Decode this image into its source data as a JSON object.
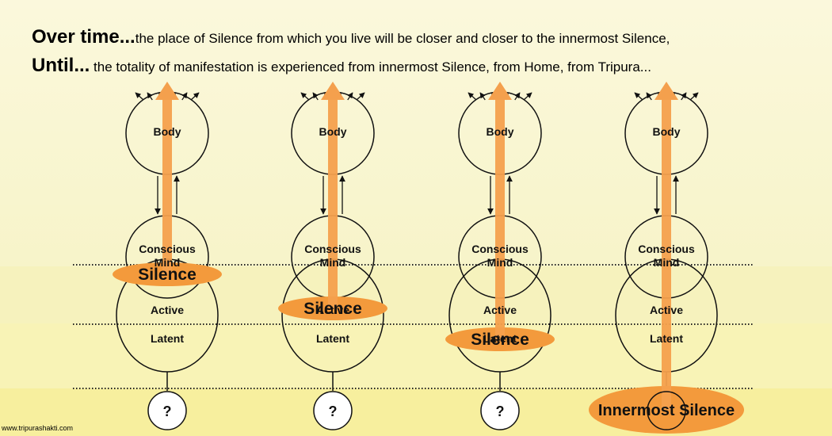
{
  "heading": {
    "line1_lead": "Over time...",
    "line1_rest": "the place of Silence from which you live will be closer and closer to the innermost Silence,",
    "line2_lead": "Until...",
    "line2_rest": " the totality of manifestation is experienced from innermost Silence, from Home, from Tripura..."
  },
  "labels": {
    "body": "Body",
    "conscious_line1": "Conscious",
    "conscious_line2": "Mind",
    "active": "Active",
    "latent": "Latent",
    "unknown": "?"
  },
  "stages": [
    {
      "silence_label": "Silence",
      "silence_level": "conscious-mind"
    },
    {
      "silence_label": "Silence",
      "silence_level": "active"
    },
    {
      "silence_label": "Silence",
      "silence_level": "latent"
    },
    {
      "silence_label": "Innermost Silence",
      "silence_level": "innermost"
    }
  ],
  "colors": {
    "arrow": "#f4a04d",
    "silence": "#f39a3c",
    "outline": "#111111"
  },
  "footer": {
    "website": "www.tripurashakti.com"
  }
}
